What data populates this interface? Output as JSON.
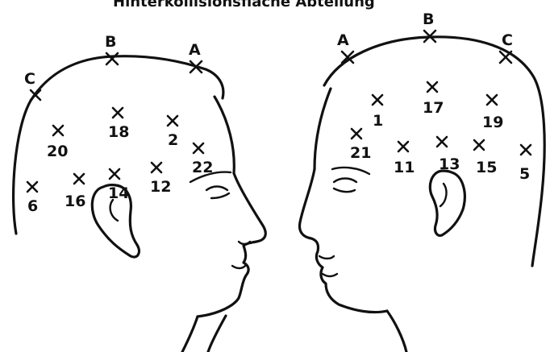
{
  "title_fragment": "Hinterkollisionsfläche Abteilung",
  "left_head": {
    "arc_points": [
      {
        "id": "C",
        "label": "C"
      },
      {
        "id": "B",
        "label": "B"
      },
      {
        "id": "A",
        "label": "A"
      }
    ],
    "points": [
      {
        "id": "18",
        "label": "18"
      },
      {
        "id": "2",
        "label": "2"
      },
      {
        "id": "20",
        "label": "20"
      },
      {
        "id": "22",
        "label": "22"
      },
      {
        "id": "6",
        "label": "6"
      },
      {
        "id": "16",
        "label": "16"
      },
      {
        "id": "14",
        "label": "14"
      },
      {
        "id": "12",
        "label": "12"
      }
    ]
  },
  "right_head": {
    "arc_points": [
      {
        "id": "A",
        "label": "A"
      },
      {
        "id": "B",
        "label": "B"
      },
      {
        "id": "C",
        "label": "C"
      }
    ],
    "points": [
      {
        "id": "1",
        "label": "1"
      },
      {
        "id": "17",
        "label": "17"
      },
      {
        "id": "19",
        "label": "19"
      },
      {
        "id": "21",
        "label": "21"
      },
      {
        "id": "11",
        "label": "11"
      },
      {
        "id": "13",
        "label": "13"
      },
      {
        "id": "15",
        "label": "15"
      },
      {
        "id": "5",
        "label": "5"
      }
    ]
  }
}
